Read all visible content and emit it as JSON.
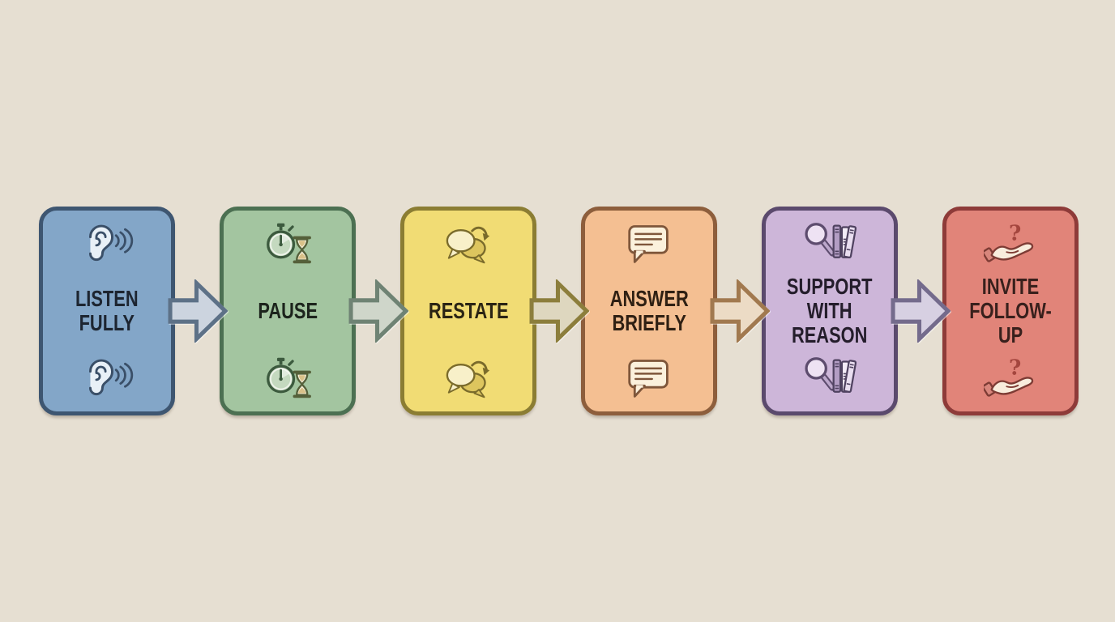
{
  "background_color": "#e6dfd2",
  "flow": {
    "steps": [
      {
        "label": "LISTEN\nFULLY",
        "icon": "ear-icon",
        "fill_color": "#83a6c8",
        "border_color": "#3e5671",
        "text_color": "#1d2531"
      },
      {
        "label": "PAUSE",
        "icon": "stopwatch-hourglass-icon",
        "fill_color": "#a3c5a0",
        "border_color": "#4c7052",
        "text_color": "#1c241c"
      },
      {
        "label": "RESTATE",
        "icon": "speech-bubbles-restate-icon",
        "fill_color": "#f1dc74",
        "border_color": "#8b7d33",
        "text_color": "#2a2414"
      },
      {
        "label": "ANSWER\nBRIEFLY",
        "icon": "chat-message-icon",
        "fill_color": "#f4bf92",
        "border_color": "#8d5e3c",
        "text_color": "#2f2013"
      },
      {
        "label": "SUPPORT\nWITH\nREASON",
        "icon": "magnifier-books-icon",
        "fill_color": "#cdb6d9",
        "border_color": "#5b4a6d",
        "text_color": "#241d2b"
      },
      {
        "label": "INVITE\nFOLLOW-UP",
        "icon": "hand-question-icon",
        "fill_color": "#e18479",
        "border_color": "#8e3b39",
        "text_color": "#38201c"
      }
    ],
    "arrows": [
      {
        "fill": "#ccd4df",
        "stroke": "#5d7187"
      },
      {
        "fill": "#cfd6ca",
        "stroke": "#6f8374"
      },
      {
        "fill": "#ded7bf",
        "stroke": "#8c7e3c"
      },
      {
        "fill": "#ecdbc5",
        "stroke": "#a1794f"
      },
      {
        "fill": "#d7d0e2",
        "stroke": "#746b8c"
      }
    ]
  }
}
